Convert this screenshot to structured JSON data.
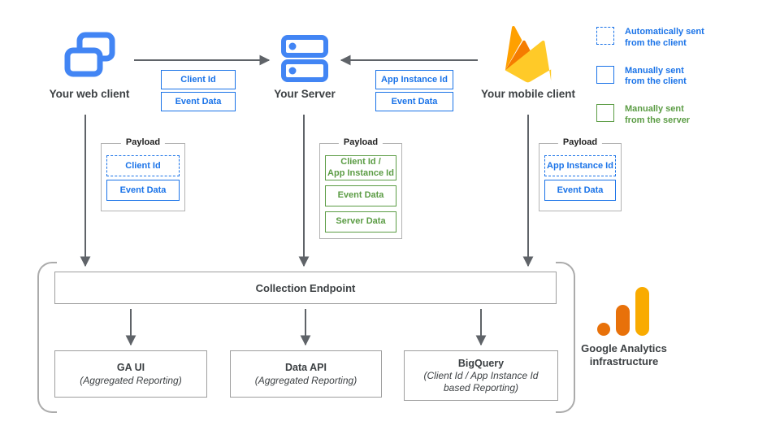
{
  "colors": {
    "blue": "#1a73e8",
    "green": "#5b9c44",
    "icon_blue": "#4285f4",
    "arrow_gray": "#5f6368",
    "border_gray": "#9e9e9e",
    "payload_border": "#b3b3b3",
    "bracket_gray": "#ababab",
    "text_dark": "#3c4043",
    "payload_title": "#212121",
    "firebase_amber": "#ffa000",
    "firebase_orange": "#f57c00",
    "firebase_yellow": "#ffca28",
    "ga_orange": "#e8710a",
    "ga_amber": "#f9ab00"
  },
  "clients": {
    "web": {
      "label": "Your web client"
    },
    "server": {
      "label": "Your Server"
    },
    "mobile": {
      "label": "Your mobile client"
    }
  },
  "flow_tags": {
    "web_to_server": [
      {
        "label": "Client Id",
        "style": "solid-blue"
      },
      {
        "label": "Event Data",
        "style": "solid-blue"
      }
    ],
    "mobile_to_server": [
      {
        "label": "App Instance Id",
        "style": "solid-blue"
      },
      {
        "label": "Event Data",
        "style": "solid-blue"
      }
    ]
  },
  "legend": {
    "items": [
      {
        "style": "dashed-blue",
        "label": "Automatically sent\nfrom the client"
      },
      {
        "style": "solid-blue",
        "label": "Manually sent\nfrom the client"
      },
      {
        "style": "solid-green",
        "label": "Manually sent\nfrom the server"
      }
    ]
  },
  "payloads": {
    "web": {
      "title": "Payload",
      "items": [
        {
          "label": "Client Id",
          "style": "dashed-blue"
        },
        {
          "label": "Event Data",
          "style": "solid-blue"
        }
      ]
    },
    "server": {
      "title": "Payload",
      "items": [
        {
          "label": "Client Id /\nApp Instance Id",
          "style": "solid-green"
        },
        {
          "label": "Event Data",
          "style": "solid-green"
        },
        {
          "label": "Server Data",
          "style": "solid-green"
        }
      ]
    },
    "mobile": {
      "title": "Payload",
      "items": [
        {
          "label": "App Instance Id",
          "style": "dashed-blue"
        },
        {
          "label": "Event Data",
          "style": "solid-blue"
        }
      ]
    }
  },
  "infrastructure": {
    "endpoint_label": "Collection Endpoint",
    "outputs": [
      {
        "title": "GA UI",
        "subtitle": "(Aggregated Reporting)"
      },
      {
        "title": "Data API",
        "subtitle": "(Aggregated Reporting)"
      },
      {
        "title": "BigQuery",
        "subtitle": "(Client Id / App Instance Id\nbased Reporting)"
      }
    ],
    "caption": "Google Analytics\ninfrastructure"
  }
}
